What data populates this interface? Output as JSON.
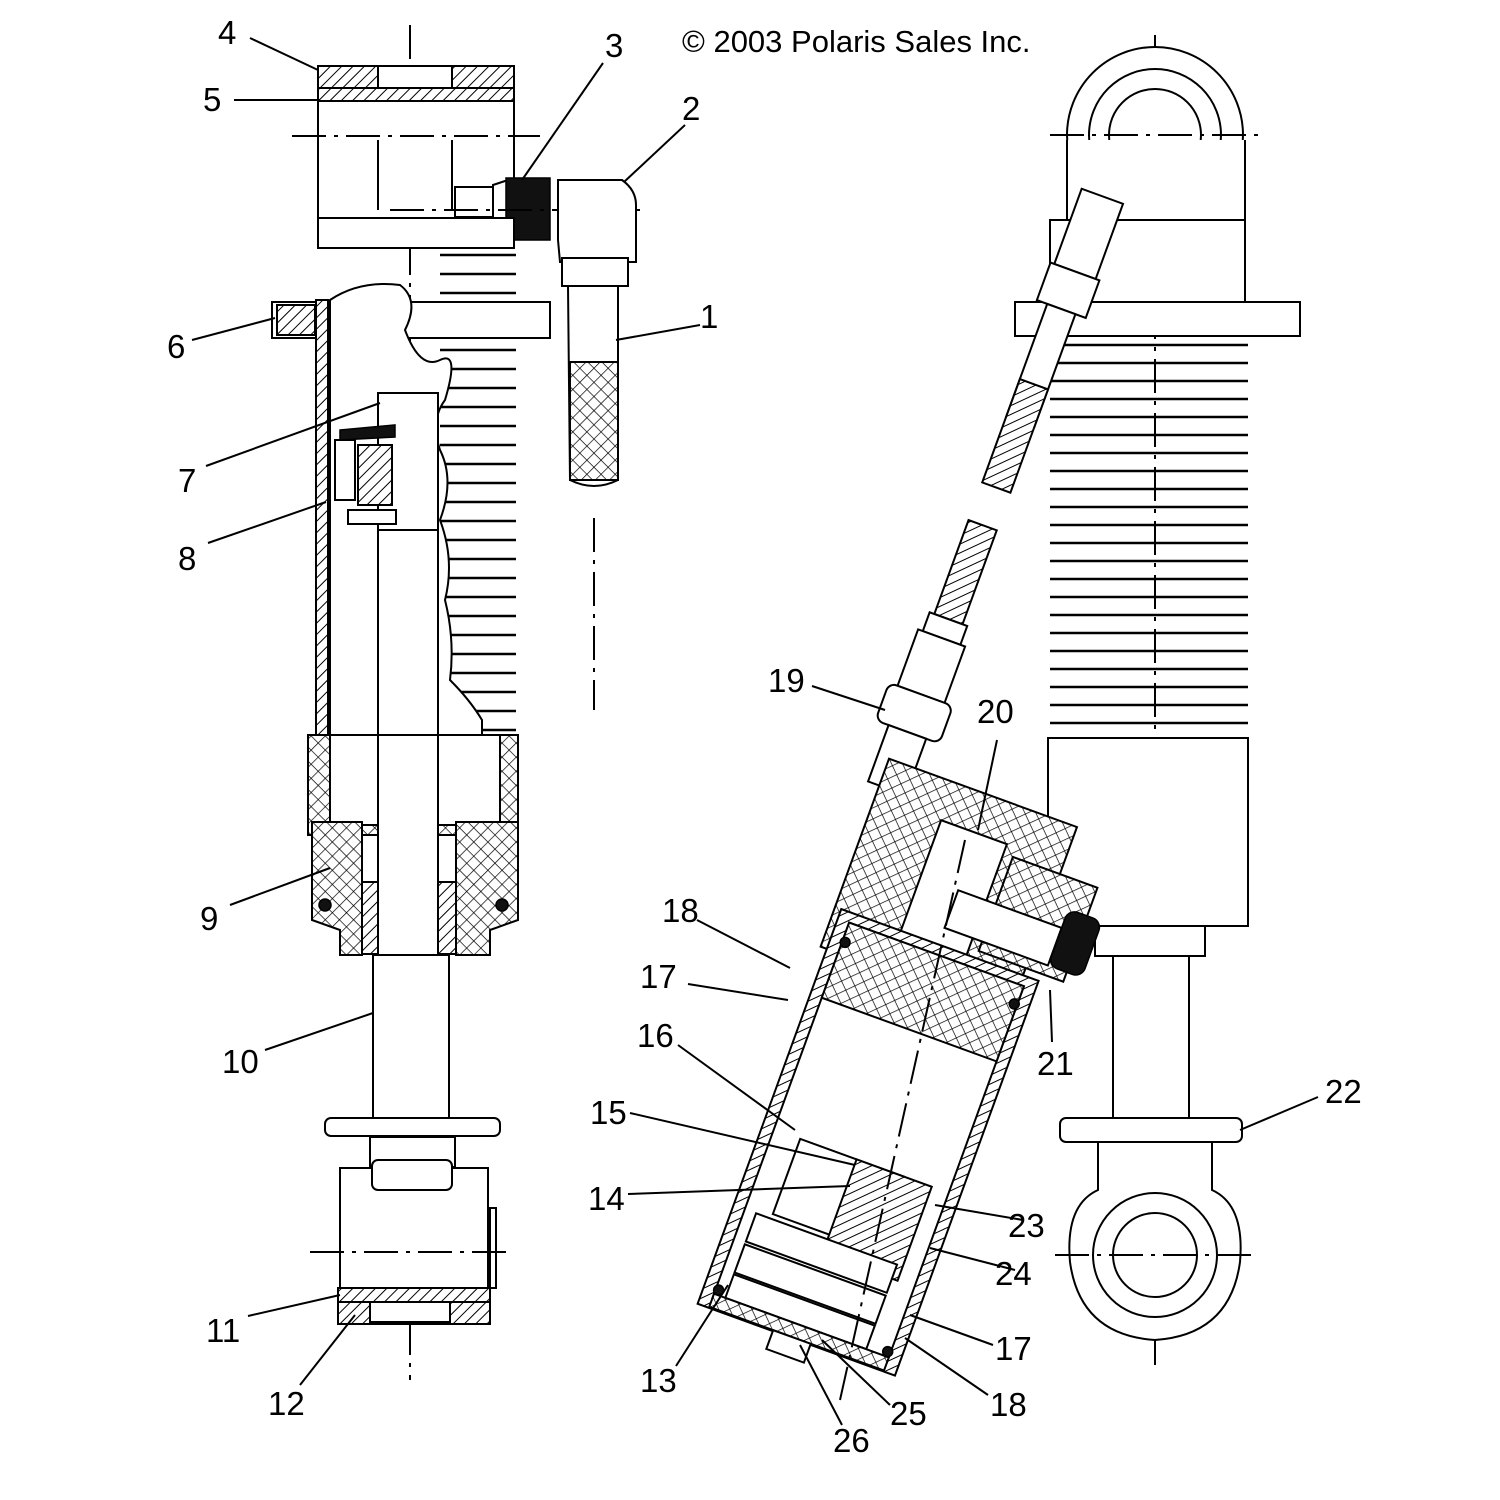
{
  "copyright": "© 2003 Polaris Sales Inc.",
  "callouts": [
    "1",
    "2",
    "3",
    "4",
    "5",
    "6",
    "7",
    "8",
    "9",
    "10",
    "11",
    "12",
    "13",
    "14",
    "15",
    "16",
    "17",
    "18",
    "19",
    "20",
    "21",
    "22",
    "23",
    "24",
    "17",
    "18",
    "25",
    "26"
  ]
}
